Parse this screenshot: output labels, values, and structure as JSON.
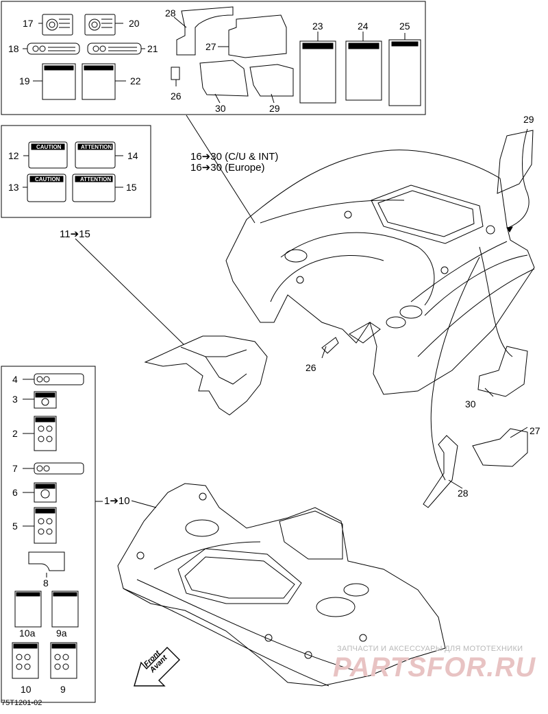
{
  "diagram": {
    "document_code": "75T1201-02",
    "callouts": {
      "n17": "17",
      "n20": "20",
      "n18": "18",
      "n21": "21",
      "n19": "19",
      "n22": "22",
      "n23": "23",
      "n24": "24",
      "n25": "25",
      "n26a": "26",
      "n27a": "27",
      "n28a": "28",
      "n29a": "29",
      "n30a": "30",
      "n29b": "29",
      "n26b": "26",
      "n30b": "30",
      "n27b": "27",
      "n28b": "28",
      "n12": "12",
      "n14": "14",
      "n13": "13",
      "n15": "15",
      "n4": "4",
      "n3": "3",
      "n2": "2",
      "n7": "7",
      "n6": "6",
      "n5": "5",
      "n8": "8",
      "n10a": "10a",
      "n9a": "9a",
      "n10": "10",
      "n9": "9"
    },
    "group_refs": {
      "top_line1": "16➔30 (C/U & INT)",
      "top_line2": "16➔30 (Europe)",
      "middle": "11➔15",
      "bottom": "1➔10"
    },
    "decal_texts": {
      "caution": "CAUTION",
      "attention": "ATTENTION"
    },
    "front_arrow": {
      "line1": "Front",
      "line2": "Avant"
    },
    "watermark": {
      "subtitle": "ЗАПЧАСТИ И АКСЕССУАРЫ ДЛЯ МОТОТЕХНИКИ",
      "brand": "PARTSFOR.RU"
    }
  }
}
